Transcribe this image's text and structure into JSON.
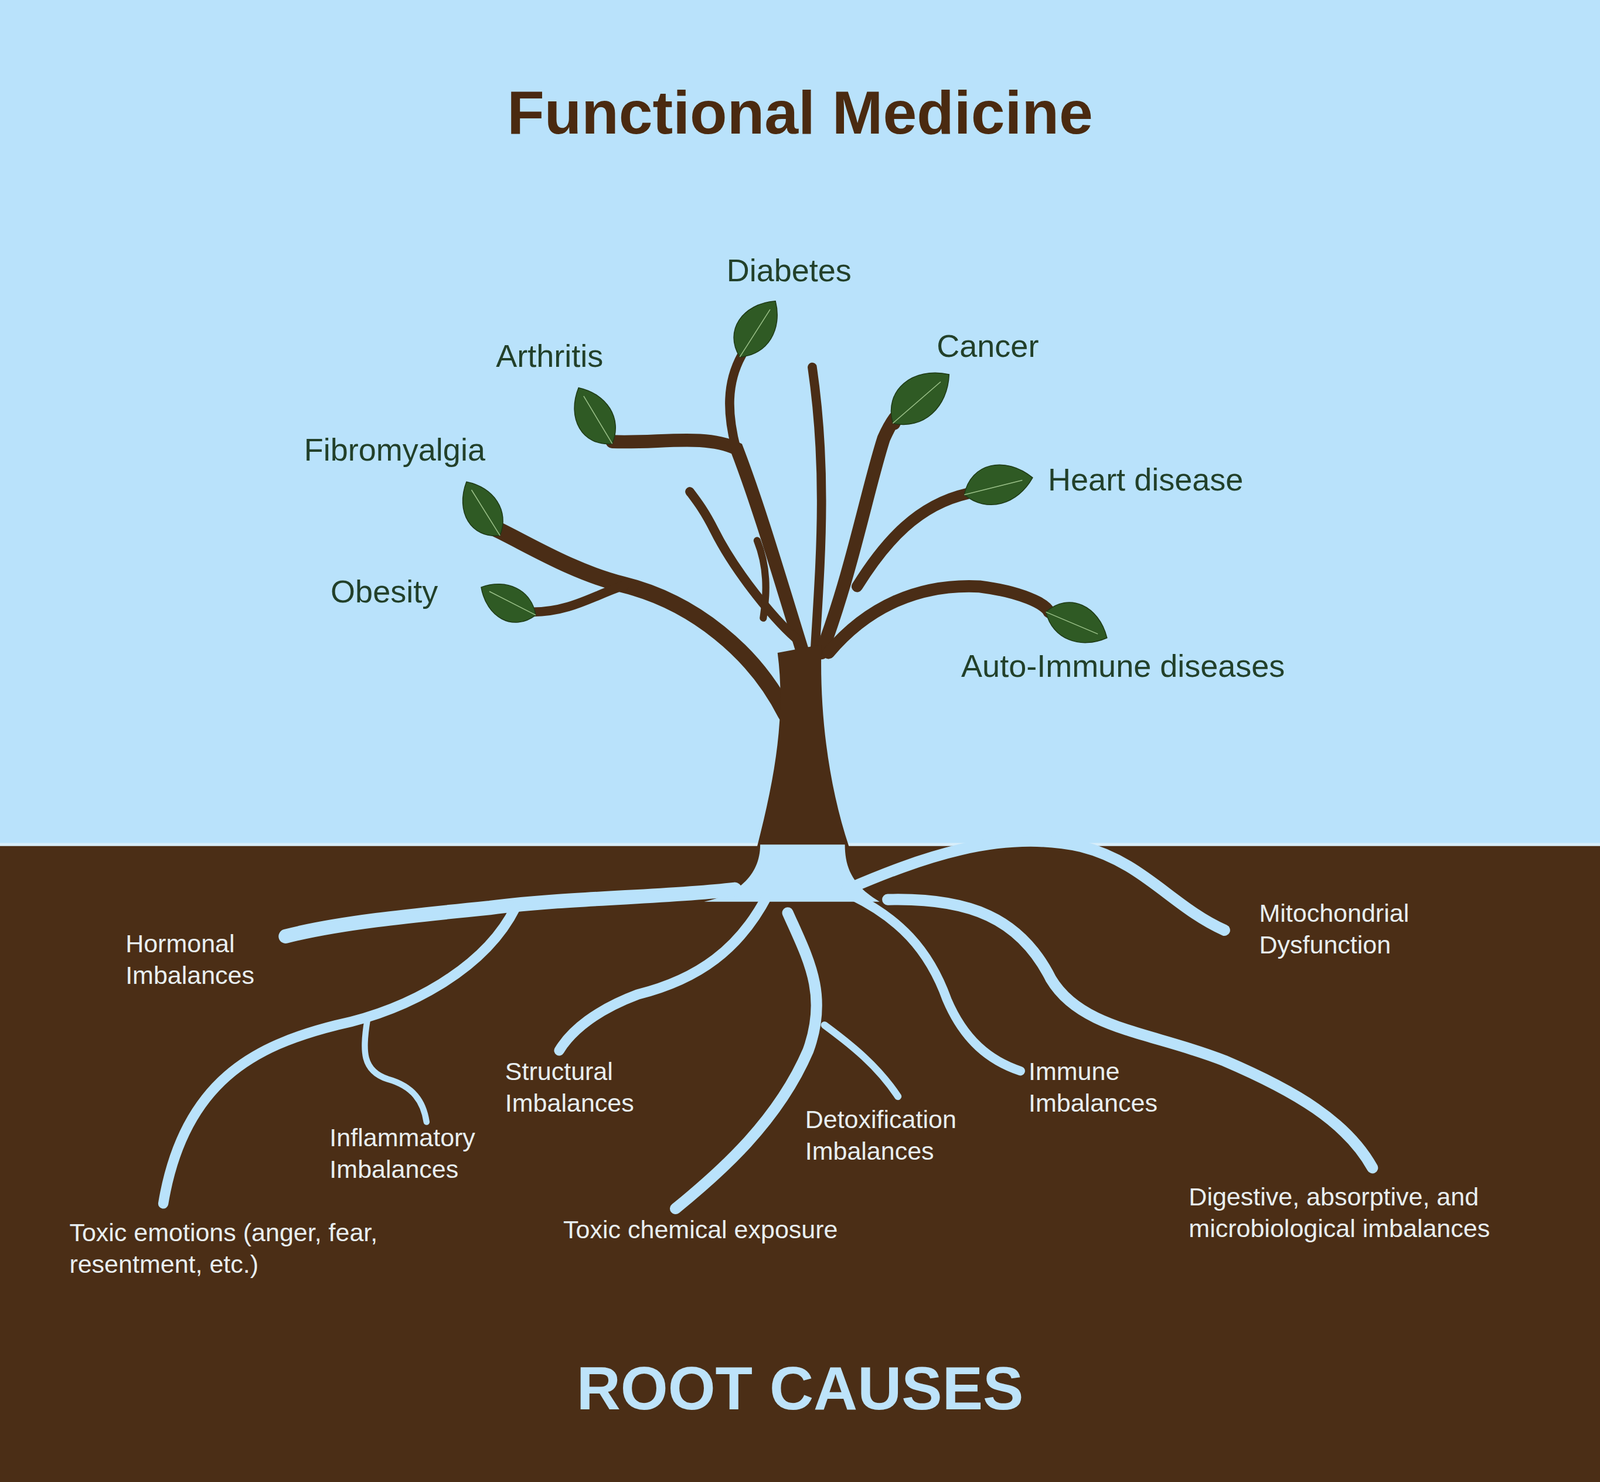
{
  "diagram": {
    "title": "Functional Medicine",
    "labels": [
      "Diabetes",
      "Cancer",
      "Arthritis",
      "Fibromyalgia",
      "Heart disease",
      "Obesity",
      "Auto-Immune diseases",
      "Mitochondrial Dysfunction",
      "Hormonal Imbalances",
      "Structural Imbalances",
      "Immune Imbalances",
      "Detoxification Imbalances",
      "Inflammatory Imbalances",
      "Digestive, absorptive, and microbiological imbalances",
      "Toxic chemical exposure",
      "Toxic emotions (anger, fear, resentment, etc.)",
      "ROOT CAUSES"
    ]
  }
}
